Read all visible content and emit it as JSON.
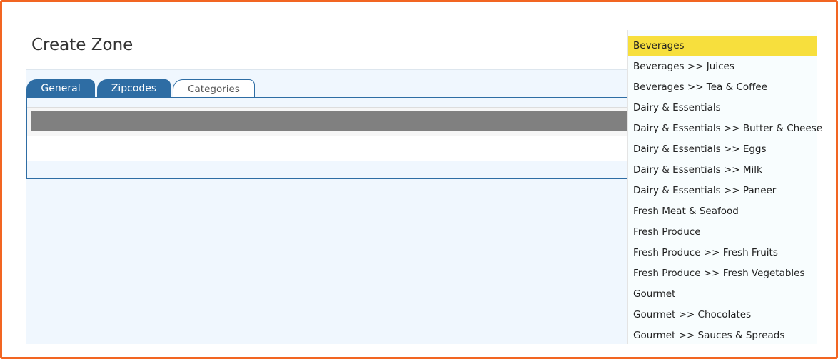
{
  "page": {
    "title": "Create Zone"
  },
  "tabs": [
    {
      "label": "General",
      "active": false
    },
    {
      "label": "Zipcodes",
      "active": false
    },
    {
      "label": "Categories",
      "active": true
    }
  ],
  "dropdown": {
    "selected": "Beverages",
    "options": [
      "Beverages",
      "Beverages >> Juices",
      "Beverages >> Tea & Coffee",
      "Dairy & Essentials",
      "Dairy & Essentials >> Butter & Cheese",
      "Dairy & Essentials >> Eggs",
      "Dairy & Essentials >> Milk",
      "Dairy & Essentials >> Paneer",
      "Fresh Meat & Seafood",
      "Fresh Produce",
      "Fresh Produce >> Fresh Fruits",
      "Fresh Produce >> Fresh Vegetables",
      "Gourmet",
      "Gourmet >> Chocolates",
      "Gourmet >> Sauces & Spreads"
    ]
  },
  "colors": {
    "tab_active": "#2e6da4",
    "highlight": "#f7df3d",
    "frame": "#f26522"
  }
}
